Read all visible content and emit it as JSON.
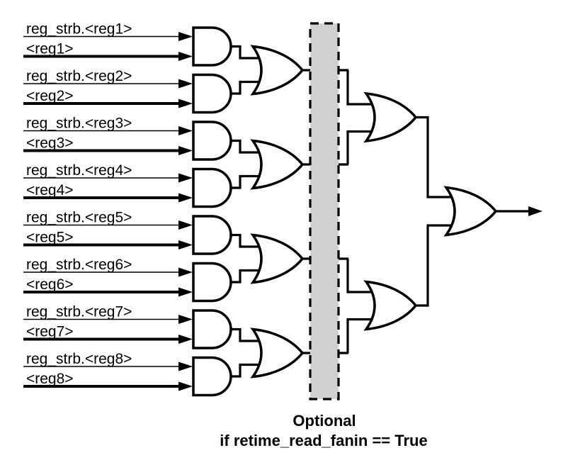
{
  "inputs": [
    {
      "strobe_label": "reg_strb.<reg1>",
      "value_label": "<reg1>"
    },
    {
      "strobe_label": "reg_strb.<reg2>",
      "value_label": "<reg2>"
    },
    {
      "strobe_label": "reg_strb.<reg3>",
      "value_label": "<reg3>"
    },
    {
      "strobe_label": "reg_strb.<reg4>",
      "value_label": "<reg4>"
    },
    {
      "strobe_label": "reg_strb.<reg5>",
      "value_label": "<reg5>"
    },
    {
      "strobe_label": "reg_strb.<reg6>",
      "value_label": "<reg6>"
    },
    {
      "strobe_label": "reg_strb.<reg7>",
      "value_label": "<reg7>"
    },
    {
      "strobe_label": "reg_strb.<reg8>",
      "value_label": "<reg8>"
    }
  ],
  "caption": {
    "line1": "Optional",
    "line2": "if retime_read_fanin == True"
  },
  "colors": {
    "stroke": "#000000",
    "gate_fill": "#ffffff",
    "optional_region_fill": "#d0d0d0",
    "background": "#ffffff",
    "text": "#000000"
  }
}
